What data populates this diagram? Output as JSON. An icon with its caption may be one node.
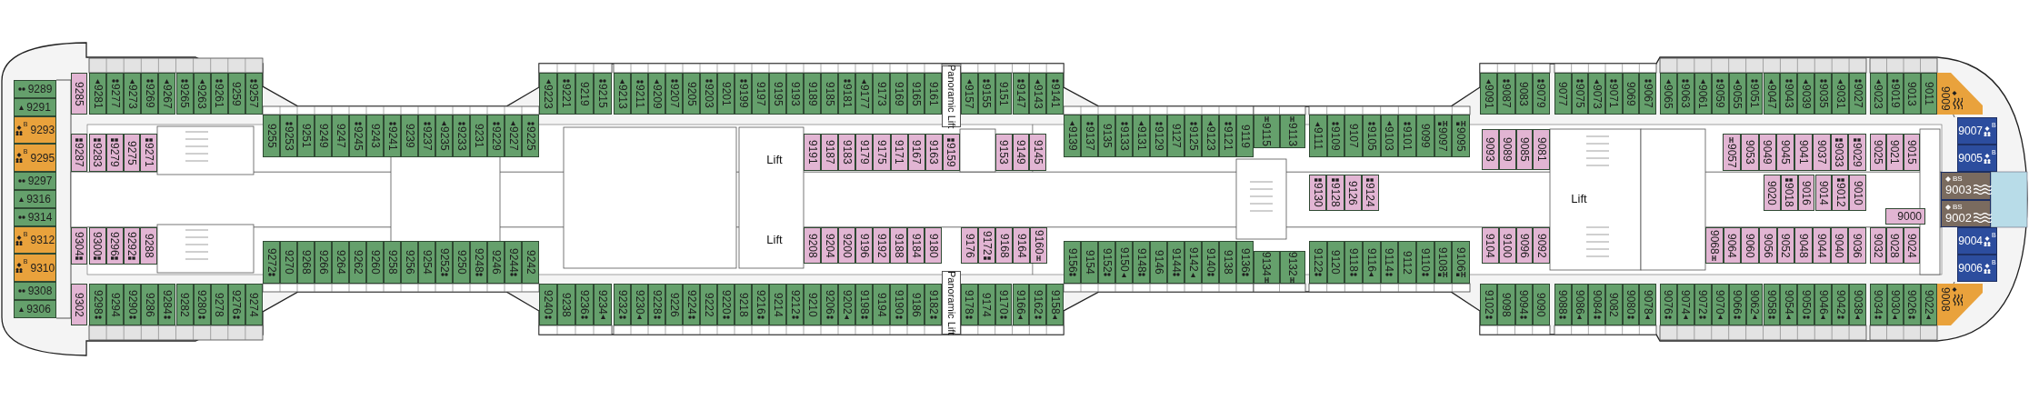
{
  "diagram": {
    "nodes": [
      {
        "text": [
          "9289"
        ]
      },
      {
        "text": [
          "9291"
        ]
      },
      {
        "text": [
          "9293",
          "B"
        ]
      },
      {
        "text": [
          "9295",
          "B"
        ]
      },
      {
        "text": [
          "9297"
        ]
      },
      {
        "text": [
          "9316"
        ]
      },
      {
        "text": [
          "9314"
        ]
      },
      {
        "text": [
          "9312",
          "B"
        ]
      },
      {
        "text": [
          "9310",
          "B"
        ]
      },
      {
        "text": [
          "9308"
        ]
      },
      {
        "text": [
          "9306"
        ]
      },
      {
        "text": [
          "9285"
        ]
      },
      {
        "text": [
          "9281"
        ]
      },
      {
        "text": [
          "9277"
        ]
      },
      {
        "text": [
          "9273"
        ]
      },
      {
        "text": [
          "9269"
        ]
      },
      {
        "text": [
          "9267"
        ]
      },
      {
        "text": [
          "9265"
        ]
      },
      {
        "text": [
          "9263"
        ]
      },
      {
        "text": [
          "9261"
        ]
      },
      {
        "text": [
          "9259"
        ]
      },
      {
        "text": [
          "9257"
        ]
      },
      {
        "text": [
          "9255"
        ]
      },
      {
        "text": [
          "9253"
        ]
      },
      {
        "text": [
          "9251"
        ]
      },
      {
        "text": [
          "9249"
        ]
      },
      {
        "text": [
          "9247"
        ]
      },
      {
        "text": [
          "9245"
        ]
      },
      {
        "text": [
          "9243"
        ]
      },
      {
        "text": [
          "9241"
        ]
      },
      {
        "text": [
          "9239"
        ]
      },
      {
        "text": [
          "9237"
        ]
      },
      {
        "text": [
          "9235"
        ]
      },
      {
        "text": [
          "9233"
        ]
      },
      {
        "text": [
          "9231"
        ]
      },
      {
        "text": [
          "9229"
        ]
      },
      {
        "text": [
          "9227"
        ]
      },
      {
        "text": [
          "9225"
        ]
      },
      {
        "text": [
          "9223"
        ]
      },
      {
        "text": [
          "9221"
        ]
      },
      {
        "text": [
          "9219"
        ]
      },
      {
        "text": [
          "9215"
        ]
      },
      {
        "text": [
          "9213"
        ]
      },
      {
        "text": [
          "9211"
        ]
      },
      {
        "text": [
          "9209"
        ]
      },
      {
        "text": [
          "9207"
        ]
      },
      {
        "text": [
          "9205"
        ]
      },
      {
        "text": [
          "9203"
        ]
      },
      {
        "text": [
          "9201"
        ]
      },
      {
        "text": [
          "9199"
        ]
      },
      {
        "text": [
          "9197"
        ]
      },
      {
        "text": [
          "9195"
        ]
      },
      {
        "text": [
          "9193"
        ]
      },
      {
        "text": [
          "9189"
        ]
      },
      {
        "text": [
          "9185"
        ]
      },
      {
        "text": [
          "9181"
        ]
      },
      {
        "text": [
          "9177"
        ]
      },
      {
        "text": [
          "9173"
        ]
      },
      {
        "text": [
          "9169"
        ]
      },
      {
        "text": [
          "9165"
        ]
      },
      {
        "text": [
          "9161"
        ]
      },
      {
        "text": [
          "9157"
        ]
      },
      {
        "text": [
          "9155"
        ]
      },
      {
        "text": [
          "9151"
        ]
      },
      {
        "text": [
          "9147"
        ]
      },
      {
        "text": [
          "9143"
        ]
      },
      {
        "text": [
          "9141"
        ]
      },
      {
        "text": [
          "9139"
        ]
      },
      {
        "text": [
          "9137"
        ]
      },
      {
        "text": [
          "9135"
        ]
      },
      {
        "text": [
          "9133"
        ]
      },
      {
        "text": [
          "9131"
        ]
      },
      {
        "text": [
          "9129"
        ]
      },
      {
        "text": [
          "9127"
        ]
      },
      {
        "text": [
          "9125"
        ]
      },
      {
        "text": [
          "9123"
        ]
      },
      {
        "text": [
          "9121"
        ]
      },
      {
        "text": [
          "9119"
        ]
      },
      {
        "text": [
          "9115"
        ]
      },
      {
        "text": [
          "9113"
        ]
      },
      {
        "text": [
          "9111"
        ]
      },
      {
        "text": [
          "9109"
        ]
      },
      {
        "text": [
          "9107"
        ]
      },
      {
        "text": [
          "9105"
        ]
      },
      {
        "text": [
          "9103"
        ]
      },
      {
        "text": [
          "9101"
        ]
      },
      {
        "text": [
          "9099"
        ]
      },
      {
        "text": [
          "9097"
        ]
      },
      {
        "text": [
          "9095"
        ]
      },
      {
        "text": [
          "9091"
        ]
      },
      {
        "text": [
          "9087"
        ]
      },
      {
        "text": [
          "9083"
        ]
      },
      {
        "text": [
          "9079"
        ]
      },
      {
        "text": [
          "9077"
        ]
      },
      {
        "text": [
          "9075"
        ]
      },
      {
        "text": [
          "9073"
        ]
      },
      {
        "text": [
          "9071"
        ]
      },
      {
        "text": [
          "9069"
        ]
      },
      {
        "text": [
          "9067"
        ]
      },
      {
        "text": [
          "9065"
        ]
      },
      {
        "text": [
          "9063"
        ]
      },
      {
        "text": [
          "9061"
        ]
      },
      {
        "text": [
          "9059"
        ]
      },
      {
        "text": [
          "9055"
        ]
      },
      {
        "text": [
          "9051"
        ]
      },
      {
        "text": [
          "9047"
        ]
      },
      {
        "text": [
          "9043"
        ]
      },
      {
        "text": [
          "9039"
        ]
      },
      {
        "text": [
          "9035"
        ]
      },
      {
        "text": [
          "9031"
        ]
      },
      {
        "text": [
          "9027"
        ]
      },
      {
        "text": [
          "9023"
        ]
      },
      {
        "text": [
          "9019"
        ]
      },
      {
        "text": [
          "9013"
        ]
      },
      {
        "text": [
          "9011"
        ]
      },
      {
        "text": [
          "9009"
        ]
      },
      {
        "text": [
          "9287"
        ]
      },
      {
        "text": [
          "9283"
        ]
      },
      {
        "text": [
          "9279"
        ]
      },
      {
        "text": [
          "9275"
        ]
      },
      {
        "text": [
          "9271"
        ]
      },
      {
        "text": [
          "9191"
        ]
      },
      {
        "text": [
          "9187"
        ]
      },
      {
        "text": [
          "9183"
        ]
      },
      {
        "text": [
          "9179"
        ]
      },
      {
        "text": [
          "9175"
        ]
      },
      {
        "text": [
          "9171"
        ]
      },
      {
        "text": [
          "9167"
        ]
      },
      {
        "text": [
          "9163"
        ]
      },
      {
        "text": [
          "9159"
        ]
      },
      {
        "text": [
          "9153"
        ]
      },
      {
        "text": [
          "9149"
        ]
      },
      {
        "text": [
          "9145"
        ]
      },
      {
        "text": [
          "9130"
        ]
      },
      {
        "text": [
          "9128"
        ]
      },
      {
        "text": [
          "9126"
        ]
      },
      {
        "text": [
          "9124"
        ]
      },
      {
        "text": [
          "9093"
        ]
      },
      {
        "text": [
          "9089"
        ]
      },
      {
        "text": [
          "9085"
        ]
      },
      {
        "text": [
          "9081"
        ]
      },
      {
        "text": [
          "9057"
        ]
      },
      {
        "text": [
          "9053"
        ]
      },
      {
        "text": [
          "9049"
        ]
      },
      {
        "text": [
          "9045"
        ]
      },
      {
        "text": [
          "9041"
        ]
      },
      {
        "text": [
          "9037"
        ]
      },
      {
        "text": [
          "9033"
        ]
      },
      {
        "text": [
          "9029"
        ]
      },
      {
        "text": [
          "9025"
        ]
      },
      {
        "text": [
          "9021"
        ]
      },
      {
        "text": [
          "9015"
        ]
      },
      {
        "text": [
          "9020"
        ]
      },
      {
        "text": [
          "9018"
        ]
      },
      {
        "text": [
          "9016"
        ]
      },
      {
        "text": [
          "9014"
        ]
      },
      {
        "text": [
          "9012"
        ]
      },
      {
        "text": [
          "9010"
        ]
      },
      {
        "text": [
          "9007",
          "B"
        ]
      },
      {
        "text": [
          "9005",
          "B"
        ]
      },
      {
        "text": [
          "BS",
          "9003"
        ]
      },
      {
        "text": [
          "BS",
          "9002"
        ]
      },
      {
        "text": [
          "9000"
        ]
      },
      {
        "text": [
          "9004",
          "B"
        ]
      },
      {
        "text": [
          "9006",
          "B"
        ]
      },
      {
        "text": [
          "9304"
        ]
      },
      {
        "text": [
          "9300"
        ]
      },
      {
        "text": [
          "9296"
        ]
      },
      {
        "text": [
          "9292"
        ]
      },
      {
        "text": [
          "9288"
        ]
      },
      {
        "text": [
          "9208"
        ]
      },
      {
        "text": [
          "9204"
        ]
      },
      {
        "text": [
          "9200"
        ]
      },
      {
        "text": [
          "9196"
        ]
      },
      {
        "text": [
          "9192"
        ]
      },
      {
        "text": [
          "9188"
        ]
      },
      {
        "text": [
          "9184"
        ]
      },
      {
        "text": [
          "9180"
        ]
      },
      {
        "text": [
          "9176"
        ]
      },
      {
        "text": [
          "9172"
        ]
      },
      {
        "text": [
          "9168"
        ]
      },
      {
        "text": [
          "9164"
        ]
      },
      {
        "text": [
          "9160"
        ]
      },
      {
        "text": [
          "9104"
        ]
      },
      {
        "text": [
          "9100"
        ]
      },
      {
        "text": [
          "9096"
        ]
      },
      {
        "text": [
          "9092"
        ]
      },
      {
        "text": [
          "9068"
        ]
      },
      {
        "text": [
          "9064"
        ]
      },
      {
        "text": [
          "9060"
        ]
      },
      {
        "text": [
          "9056"
        ]
      },
      {
        "text": [
          "9052"
        ]
      },
      {
        "text": [
          "9048"
        ]
      },
      {
        "text": [
          "9044"
        ]
      },
      {
        "text": [
          "9040"
        ]
      },
      {
        "text": [
          "9036"
        ]
      },
      {
        "text": [
          "9032"
        ]
      },
      {
        "text": [
          "9028"
        ]
      },
      {
        "text": [
          "9024"
        ]
      },
      {
        "text": [
          "9272"
        ]
      },
      {
        "text": [
          "9270"
        ]
      },
      {
        "text": [
          "9268"
        ]
      },
      {
        "text": [
          "9266"
        ]
      },
      {
        "text": [
          "9264"
        ]
      },
      {
        "text": [
          "9262"
        ]
      },
      {
        "text": [
          "9260"
        ]
      },
      {
        "text": [
          "9258"
        ]
      },
      {
        "text": [
          "9256"
        ]
      },
      {
        "text": [
          "9254"
        ]
      },
      {
        "text": [
          "9252"
        ]
      },
      {
        "text": [
          "9250"
        ]
      },
      {
        "text": [
          "9248"
        ]
      },
      {
        "text": [
          "9246"
        ]
      },
      {
        "text": [
          "9244"
        ]
      },
      {
        "text": [
          "9242"
        ]
      },
      {
        "text": [
          "9156"
        ]
      },
      {
        "text": [
          "9154"
        ]
      },
      {
        "text": [
          "9152"
        ]
      },
      {
        "text": [
          "9150"
        ]
      },
      {
        "text": [
          "9148"
        ]
      },
      {
        "text": [
          "9146"
        ]
      },
      {
        "text": [
          "9144"
        ]
      },
      {
        "text": [
          "9142"
        ]
      },
      {
        "text": [
          "9140"
        ]
      },
      {
        "text": [
          "9138"
        ]
      },
      {
        "text": [
          "9136"
        ]
      },
      {
        "text": [
          "9134"
        ]
      },
      {
        "text": [
          "9132"
        ]
      },
      {
        "text": [
          "9122"
        ]
      },
      {
        "text": [
          "9120"
        ]
      },
      {
        "text": [
          "9118"
        ]
      },
      {
        "text": [
          "9116"
        ]
      },
      {
        "text": [
          "9114"
        ]
      },
      {
        "text": [
          "9112"
        ]
      },
      {
        "text": [
          "9110"
        ]
      },
      {
        "text": [
          "9108"
        ]
      },
      {
        "text": [
          "9106"
        ]
      },
      {
        "text": [
          "9302"
        ]
      },
      {
        "text": [
          "9298"
        ]
      },
      {
        "text": [
          "9294"
        ]
      },
      {
        "text": [
          "9290"
        ]
      },
      {
        "text": [
          "9286"
        ]
      },
      {
        "text": [
          "9284"
        ]
      },
      {
        "text": [
          "9282"
        ]
      },
      {
        "text": [
          "9280"
        ]
      },
      {
        "text": [
          "9278"
        ]
      },
      {
        "text": [
          "9276"
        ]
      },
      {
        "text": [
          "9274"
        ]
      },
      {
        "text": [
          "9240"
        ]
      },
      {
        "text": [
          "9238"
        ]
      },
      {
        "text": [
          "9236"
        ]
      },
      {
        "text": [
          "9234"
        ]
      },
      {
        "text": [
          "9232"
        ]
      },
      {
        "text": [
          "9230"
        ]
      },
      {
        "text": [
          "9228"
        ]
      },
      {
        "text": [
          "9226"
        ]
      },
      {
        "text": [
          "9224"
        ]
      },
      {
        "text": [
          "9222"
        ]
      },
      {
        "text": [
          "9220"
        ]
      },
      {
        "text": [
          "9218"
        ]
      },
      {
        "text": [
          "9216"
        ]
      },
      {
        "text": [
          "9214"
        ]
      },
      {
        "text": [
          "9212"
        ]
      },
      {
        "text": [
          "9210"
        ]
      },
      {
        "text": [
          "9206"
        ]
      },
      {
        "text": [
          "9202"
        ]
      },
      {
        "text": [
          "9198"
        ]
      },
      {
        "text": [
          "9194"
        ]
      },
      {
        "text": [
          "9190"
        ]
      },
      {
        "text": [
          "9186"
        ]
      },
      {
        "text": [
          "9182"
        ]
      },
      {
        "text": [
          "9178"
        ]
      },
      {
        "text": [
          "9174"
        ]
      },
      {
        "text": [
          "9170"
        ]
      },
      {
        "text": [
          "9166"
        ]
      },
      {
        "text": [
          "9162"
        ]
      },
      {
        "text": [
          "9158"
        ]
      },
      {
        "text": [
          "9102"
        ]
      },
      {
        "text": [
          "9098"
        ]
      },
      {
        "text": [
          "9094"
        ]
      },
      {
        "text": [
          "9090"
        ]
      },
      {
        "text": [
          "9088"
        ]
      },
      {
        "text": [
          "9086"
        ]
      },
      {
        "text": [
          "9084"
        ]
      },
      {
        "text": [
          "9082"
        ]
      },
      {
        "text": [
          "9080"
        ]
      },
      {
        "text": [
          "9078"
        ]
      },
      {
        "text": [
          "9076"
        ]
      },
      {
        "text": [
          "9074"
        ]
      },
      {
        "text": [
          "9072"
        ]
      },
      {
        "text": [
          "9070"
        ]
      },
      {
        "text": [
          "9066"
        ]
      },
      {
        "text": [
          "9062"
        ]
      },
      {
        "text": [
          "9058"
        ]
      },
      {
        "text": [
          "9054"
        ]
      },
      {
        "text": [
          "9050"
        ]
      },
      {
        "text": [
          "9046"
        ]
      },
      {
        "text": [
          "9042"
        ]
      },
      {
        "text": [
          "9038"
        ]
      },
      {
        "text": [
          "9034"
        ]
      },
      {
        "text": [
          "9030"
        ]
      },
      {
        "text": [
          "9026"
        ]
      },
      {
        "text": [
          "9022"
        ]
      },
      {
        "text": [
          "9008"
        ]
      }
    ],
    "labels": [
      "Panoramic Lift",
      "Lift",
      "Lift",
      "Lift",
      "Panoramic Lift"
    ]
  }
}
